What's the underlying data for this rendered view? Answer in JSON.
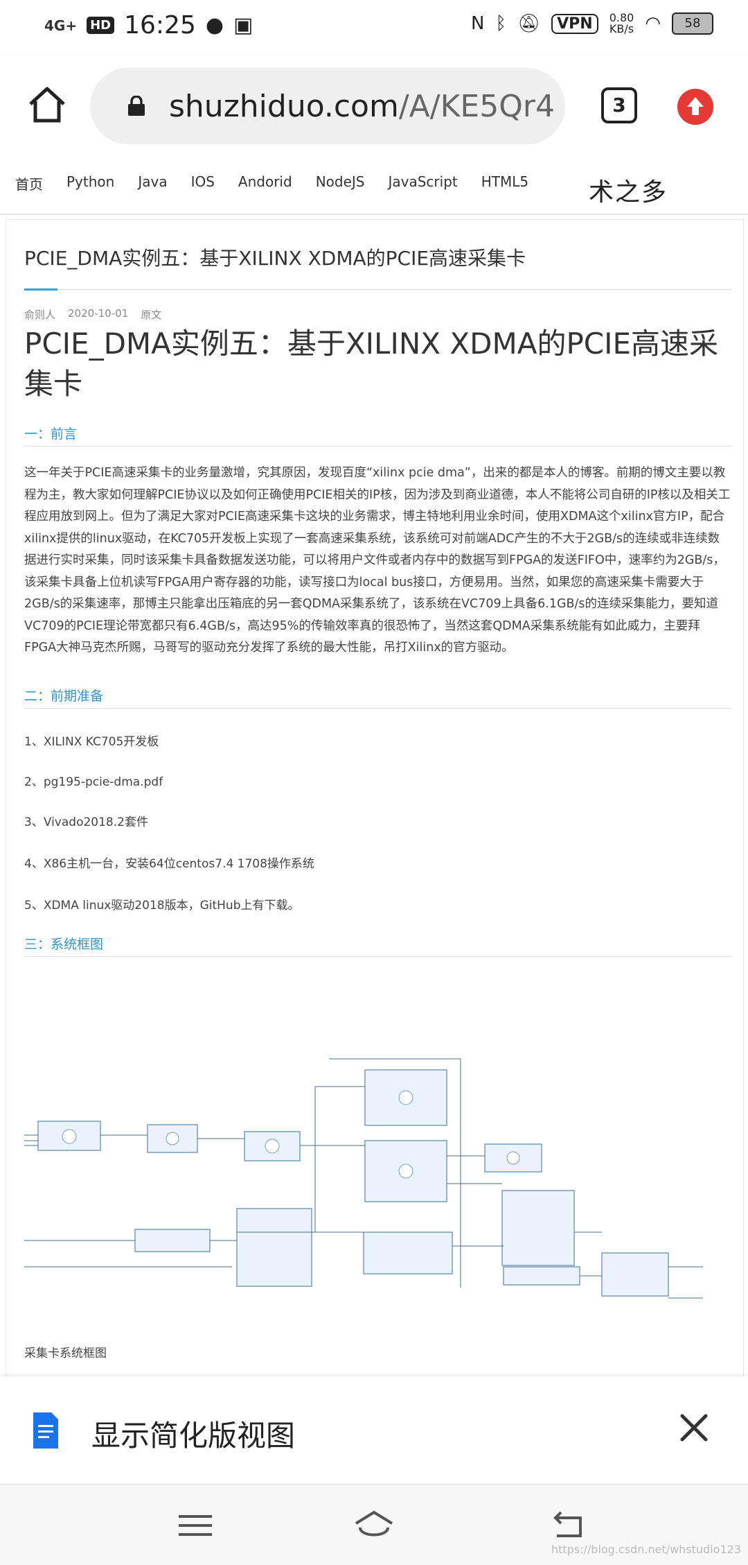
{
  "status": {
    "signal": "4G+",
    "hd": "HD",
    "time": "16:25",
    "vpn": "VPN",
    "speed_value": "0.80",
    "speed_unit": "KB/s",
    "battery": "58"
  },
  "browser": {
    "url_domain": "shuzhiduo.com",
    "url_path": "/A/KE5Qr4",
    "tab_count": "3"
  },
  "nav": {
    "items": [
      "首页",
      "Python",
      "Java",
      "IOS",
      "Andorid",
      "NodeJS",
      "JavaScript",
      "HTML5"
    ],
    "logo": "术之多"
  },
  "article": {
    "top_title": "PCIE_DMA实例五：基于XILINX XDMA的PCIE高速采集卡",
    "author": "俞则人",
    "date": "2020-10-01",
    "tag": "原文",
    "title": "PCIE_DMA实例五：基于XILINX XDMA的PCIE高速采集卡",
    "sections": [
      "一：前言",
      "二：前期准备",
      "三：系统框图"
    ],
    "intro": "这一年关于PCIE高速采集卡的业务量激增，究其原因，发现百度“xilinx pcie dma”，出来的都是本人的博客。前期的博文主要以教程为主，教大家如何理解PCIE协议以及如何正确使用PCIE相关的IP核，因为涉及到商业道德，本人不能将公司自研的IP核以及相关工程应用放到网上。但为了满足大家对PCIE高速采集卡这块的业务需求，博主特地利用业余时间，使用XDMA这个xilinx官方IP，配合xilinx提供的linux驱动，在KC705开发板上实现了一套高速采集系统，该系统可对前端ADC产生的不大于2GB/s的连续或非连续数据进行实时采集，同时该采集卡具备数据发送功能，可以将用户文件或者内存中的数据写到FPGA的发送FIFO中，速率约为2GB/s，该采集卡具备上位机读写FPGA用户寄存器的功能，读写接口为local bus接口，方便易用。当然，如果您的高速采集卡需要大于2GB/s的采集速率，那博主只能拿出压箱底的另一套QDMA采集系统了，该系统在VC709上具备6.1GB/s的连续采集能力，要知道VC709的PCIE理论带宽都只有6.4GB/s，高达95%的传输效率真的很恐怖了，当然这套QDMA采集系统能有如此威力，主要拜FPGA大神马克杰所赐，马哥写的驱动充分发挥了系统的最大性能，吊打Xilinx的官方驱动。",
    "prep": [
      "1、XILINX KC705开发板",
      "2、pg195-pcie-dma.pdf",
      "3、Vivado2018.2套件",
      "4、X86主机一台，安装64位centos7.4 1708操作系统",
      "5、XDMA linux驱动2018版本，GitHub上有下载。"
    ],
    "caption": "采集卡系统框图"
  },
  "simplified": {
    "label": "显示简化版视图"
  },
  "watermark": "https://blog.csdn.net/whstudio123",
  "colors": {
    "accent": "#2f95c8",
    "up_button": "#e53935",
    "doc_icon": "#1a73e8"
  }
}
